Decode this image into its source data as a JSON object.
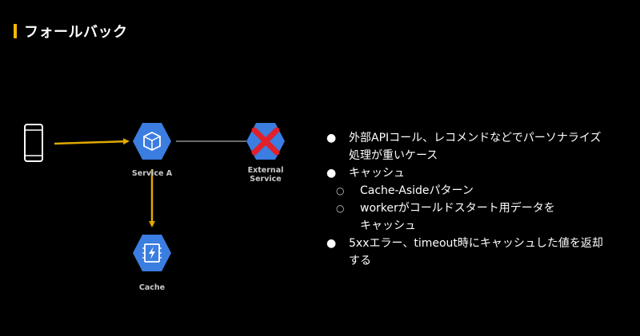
{
  "slide": {
    "title": "フォールバック",
    "accent_color": "#f2b705"
  },
  "diagram": {
    "nodes": {
      "client": {
        "icon": "smartphone-icon"
      },
      "service_a": {
        "label": "Service A",
        "icon": "service-hexagon-icon"
      },
      "external": {
        "label_line1": "External",
        "label_line2": "Service",
        "icon": "failed-service-icon",
        "status": "failed"
      },
      "cache": {
        "label": "Cache",
        "icon": "cache-chip-icon"
      }
    },
    "edges": [
      {
        "from": "client",
        "to": "service_a",
        "style": "arrow",
        "color": "#e0a800"
      },
      {
        "from": "service_a",
        "to": "external",
        "style": "line",
        "color": "#d9d9d9"
      },
      {
        "from": "service_a",
        "to": "cache",
        "style": "arrow",
        "color": "#e0a800"
      }
    ],
    "hexagon_color": "#3b7de0",
    "cross_color": "#e0202a"
  },
  "bullets": [
    {
      "text_line1": "外部APIコール、レコメンドなどでパーソナライズ",
      "text_line2": "処理が重いケース",
      "marker": "●"
    },
    {
      "text_line1": "キャッシュ",
      "marker": "●",
      "children": [
        {
          "text_line1": "Cache-Asideパターン",
          "marker": "○"
        },
        {
          "text_line1": "workerがコールドスタート用データを",
          "text_line2": "キャッシュ",
          "marker": "○"
        }
      ]
    },
    {
      "text_line1": "5xxエラー、timeout時にキャッシュした値を返却",
      "text_line2": "する",
      "marker": "●"
    }
  ]
}
